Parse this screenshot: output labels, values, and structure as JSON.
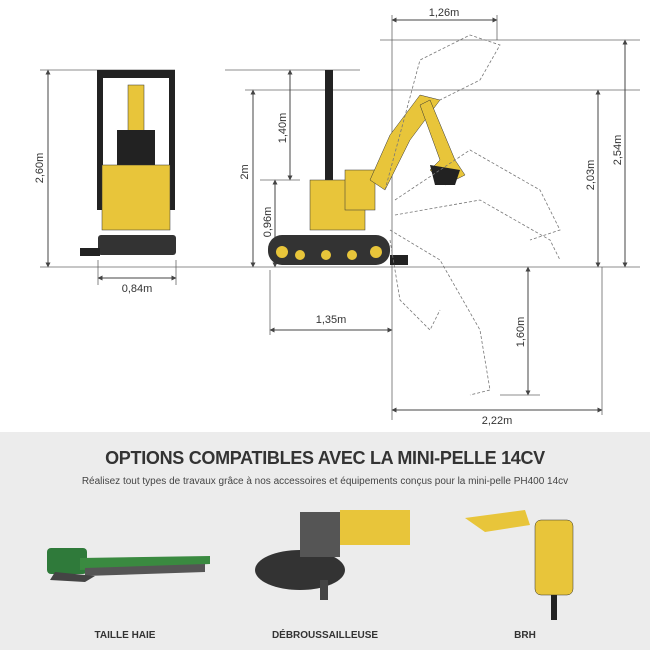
{
  "diagram": {
    "dimensions": {
      "total_height_front": "2,60m",
      "width_front": "0,84m",
      "reach_top": "1,26m",
      "arm_height": "1,40m",
      "cab_height": "2m",
      "body_height": "0,96m",
      "dump_height": "2,03m",
      "max_height": "2,54m",
      "rear_length": "1,35m",
      "dig_depth": "1,60m",
      "max_reach": "2,22m"
    },
    "colors": {
      "machine": "#e8c53a",
      "dark": "#2a2a2a",
      "line": "#555555"
    }
  },
  "options": {
    "title": "OPTIONS COMPATIBLES AVEC LA MINI-PELLE 14CV",
    "subtitle": "Réalisez tout types de travaux grâce à nos accessoires et équipements conçus pour la mini-pelle PH400 14cv",
    "items": [
      {
        "label": "TAILLE HAIE"
      },
      {
        "label": "DÉBROUSSAILLEUSE"
      },
      {
        "label": "BRH"
      }
    ]
  }
}
